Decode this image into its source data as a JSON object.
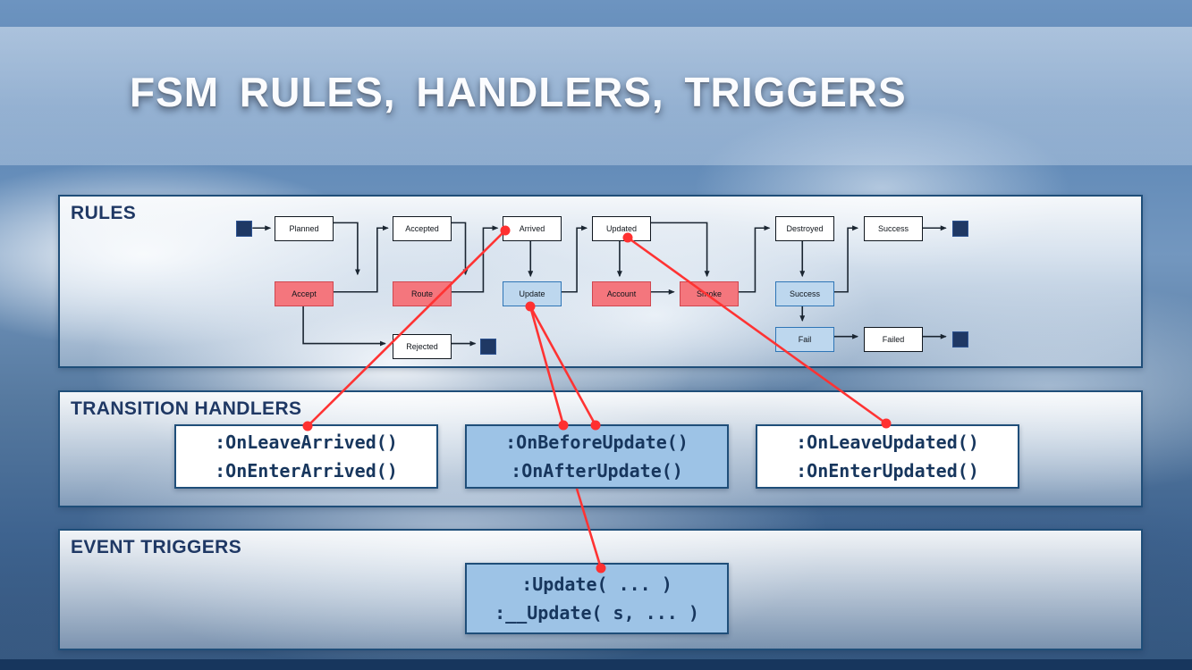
{
  "title": "FSM RULES, HANDLERS, TRIGGERS",
  "colors": {
    "navy_accent": "#1f3864",
    "panel_border": "#1f4e79",
    "rule_red_fill": "#f4767d",
    "rule_blue_fill": "#bdd7ee",
    "handler_blue_fill": "#9dc3e6",
    "annotation_red": "#ff3333",
    "marker_navy": "#1f3864",
    "bottom_bar": "#17365d"
  },
  "panels": {
    "rules": {
      "title": "RULES"
    },
    "transition_handlers": {
      "title": "TRANSITION HANDLERS"
    },
    "event_triggers": {
      "title": "EVENT TRIGGERS"
    }
  },
  "fsm": {
    "states": {
      "planned": "Planned",
      "accepted": "Accepted",
      "arrived": "Arrived",
      "updated": "Updated",
      "destroyed": "Destroyed",
      "success": "Success",
      "rejected": "Rejected",
      "failed": "Failed"
    },
    "rules": {
      "accept": "Accept",
      "route": "Route",
      "update": "Update",
      "account": "Account",
      "smoke": "Smoke",
      "success": "Success",
      "fail": "Fail"
    }
  },
  "handler_boxes": {
    "arrived": {
      "line1": ":OnLeaveArrived()",
      "line2": ":OnEnterArrived()"
    },
    "update": {
      "line1": ":OnBeforeUpdate()",
      "line2": ":OnAfterUpdate()"
    },
    "updated": {
      "line1": ":OnLeaveUpdated()",
      "line2": ":OnEnterUpdated()"
    }
  },
  "trigger_box": {
    "line1": ":Update( ... )",
    "line2": ":__Update( s, ... )"
  }
}
